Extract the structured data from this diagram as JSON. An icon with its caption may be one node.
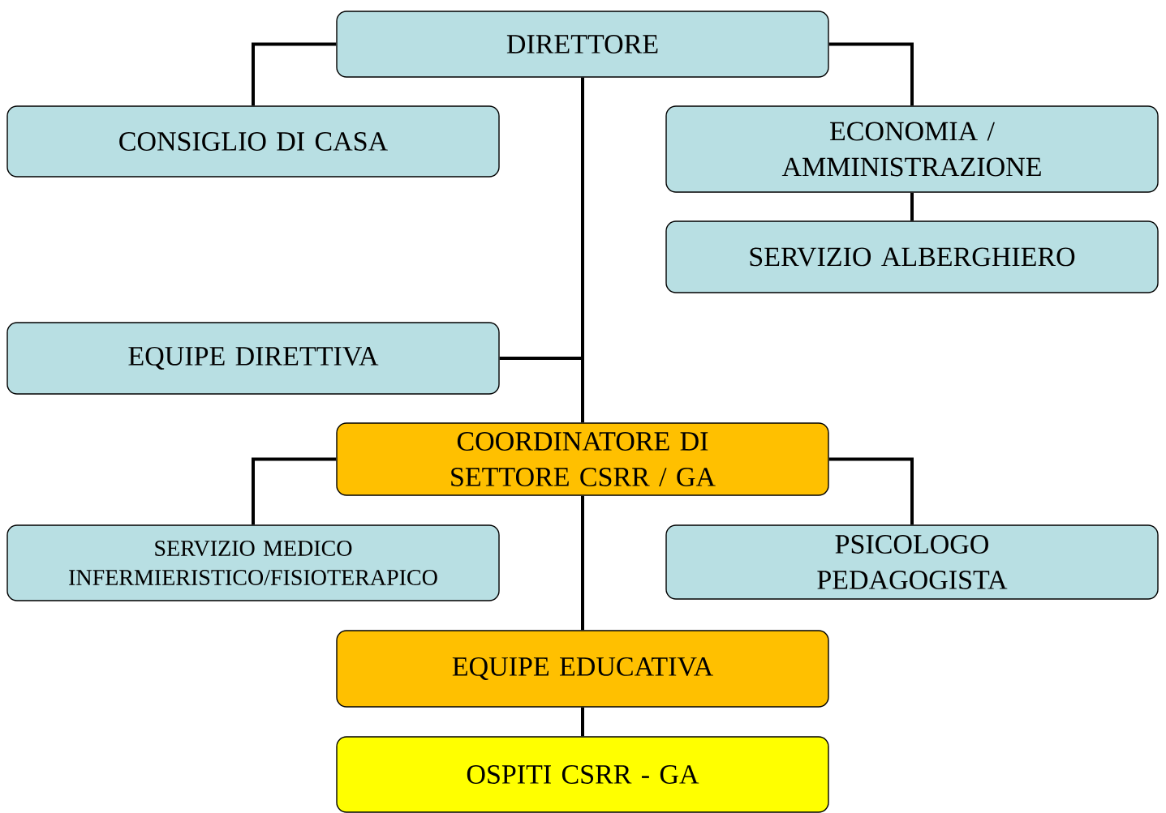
{
  "diagram": {
    "nodes": [
      {
        "text": [
          "DIRETTORE"
        ]
      },
      {
        "text": [
          "CONSIGLIO DI CASA"
        ]
      },
      {
        "text": [
          "ECONOMIA / AMMINISTRAZIONE"
        ]
      },
      {
        "text": [
          "SERVIZIO ALBERGHIERO"
        ]
      },
      {
        "text": [
          "EQUIPE DIRETTIVA"
        ]
      },
      {
        "text": [
          "COORDINATORE DI SETTORE CSRR / GA"
        ]
      },
      {
        "text": [
          "SERVIZIO MEDICO INFERMIERISTICO/FISIOTERAPICO"
        ]
      },
      {
        "text": [
          "PSICOLOGO PEDAGOGISTA"
        ]
      },
      {
        "text": [
          "EQUIPE EDUCATIVA"
        ]
      },
      {
        "text": [
          "OSPITI CSRR - GA"
        ]
      }
    ],
    "edges": [
      {
        "from": 0,
        "to": 1,
        "arrow": "none"
      },
      {
        "from": 0,
        "to": 2,
        "arrow": "none"
      },
      {
        "from": 2,
        "to": 3,
        "arrow": "none"
      },
      {
        "from": 0,
        "to": 4,
        "arrow": "none"
      },
      {
        "from": 0,
        "to": 5,
        "arrow": "none"
      },
      {
        "from": 5,
        "to": 6,
        "arrow": "none"
      },
      {
        "from": 5,
        "to": 7,
        "arrow": "none"
      },
      {
        "from": 5,
        "to": 8,
        "arrow": "none"
      },
      {
        "from": 8,
        "to": 9,
        "arrow": "none"
      }
    ]
  }
}
